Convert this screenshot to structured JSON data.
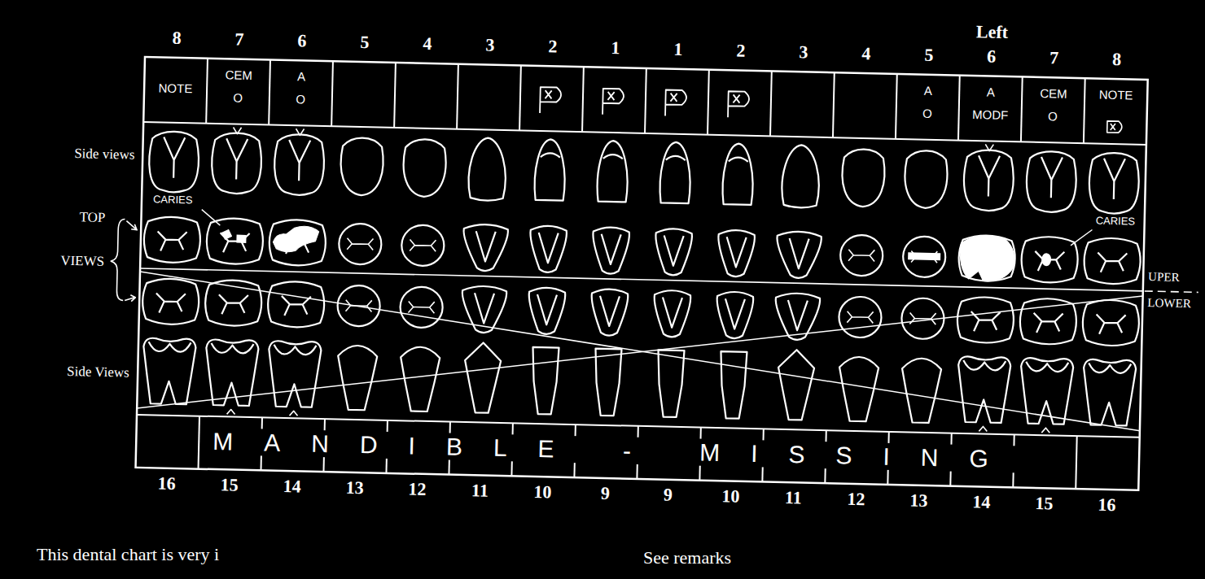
{
  "diagram": {
    "caption": "This dental chart is very i",
    "labels": [
      "8",
      "7",
      "6",
      "5",
      "4",
      "3",
      "2",
      "1",
      "1",
      "2",
      "3",
      "4",
      "5",
      "6",
      "7",
      "8",
      "Left",
      "NOTE",
      "CEM",
      "O",
      "A",
      "O",
      "A",
      "O",
      "A",
      "MODF",
      "CEM",
      "O",
      "NOTE",
      "Side views",
      "CARIES",
      "TOP",
      "CARIES",
      "VIEWS",
      "UPER",
      "LOWER",
      "Side Views",
      "MANDIBLE - MISSING",
      "16",
      "15",
      "14",
      "13",
      "12",
      "11",
      "10",
      "9",
      "9",
      "10",
      "11",
      "12",
      "13",
      "14",
      "15",
      "16",
      "See remarks"
    ]
  }
}
